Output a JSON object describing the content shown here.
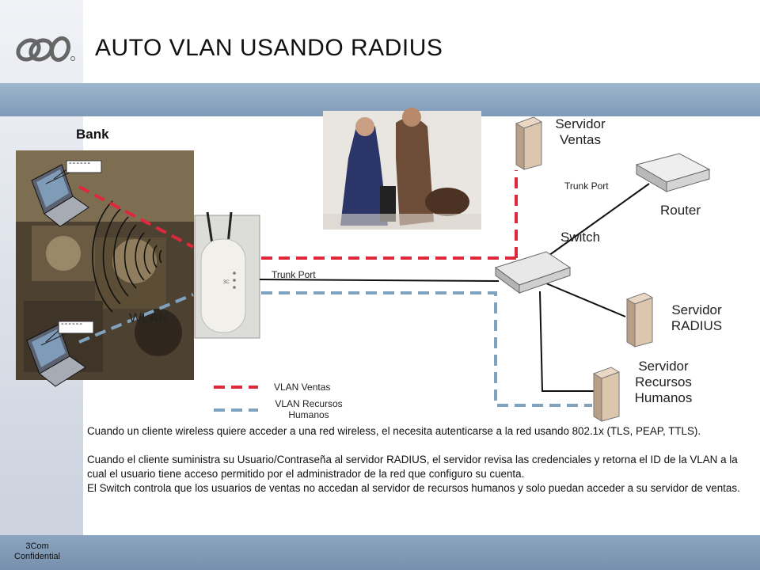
{
  "slide": {
    "title": "AUTO VLAN USANDO RADIUS",
    "footer_company": "3Com",
    "footer_confidential": "Confidential"
  },
  "diagram": {
    "bank_label": "Bank",
    "wlan_label": "WLAN",
    "switch_label": "Switch",
    "router_label": "Router",
    "trunk_port_top": "Trunk Port",
    "trunk_port_mid": "Trunk Port",
    "server_sales": [
      "Servidor",
      "Ventas"
    ],
    "server_radius": [
      "Servidor",
      "RADIUS"
    ],
    "server_hr": [
      "Servidor",
      "Recursos",
      "Humanos"
    ],
    "laptop_top_display": "------",
    "laptop_bottom_display": "------"
  },
  "legend": {
    "sales_label": "VLAN Ventas",
    "hr_label_line1": "VLAN Recursos",
    "hr_label_line2": "Humanos",
    "sales_color": "#e0283c",
    "hr_color": "#7fa3bf"
  },
  "description": {
    "para1": "Cuando un cliente wireless quiere acceder a una red wireless, el necesita autenticarse a la red usando 802.1x (TLS, PEAP, TTLS).",
    "para2_line1": "Cuando el cliente suministra su Usuario/Contraseña al servidor RADIUS, el servidor revisa las credenciales y retorna el ID de la VLAN a la cual el usuario tiene acceso permitido por el administrador de la red que configuro su cuenta.",
    "para2_line2": "El Switch controla que los usuarios de ventas no accedan al servidor de recursos humanos y solo puedan acceder a su servidor de ventas."
  },
  "icons": {
    "logo": "3com-logo-icon",
    "laptop": "laptop-icon",
    "access_point": "access-point-icon",
    "switch": "switch-icon",
    "router": "router-icon",
    "server": "server-tower-icon"
  }
}
